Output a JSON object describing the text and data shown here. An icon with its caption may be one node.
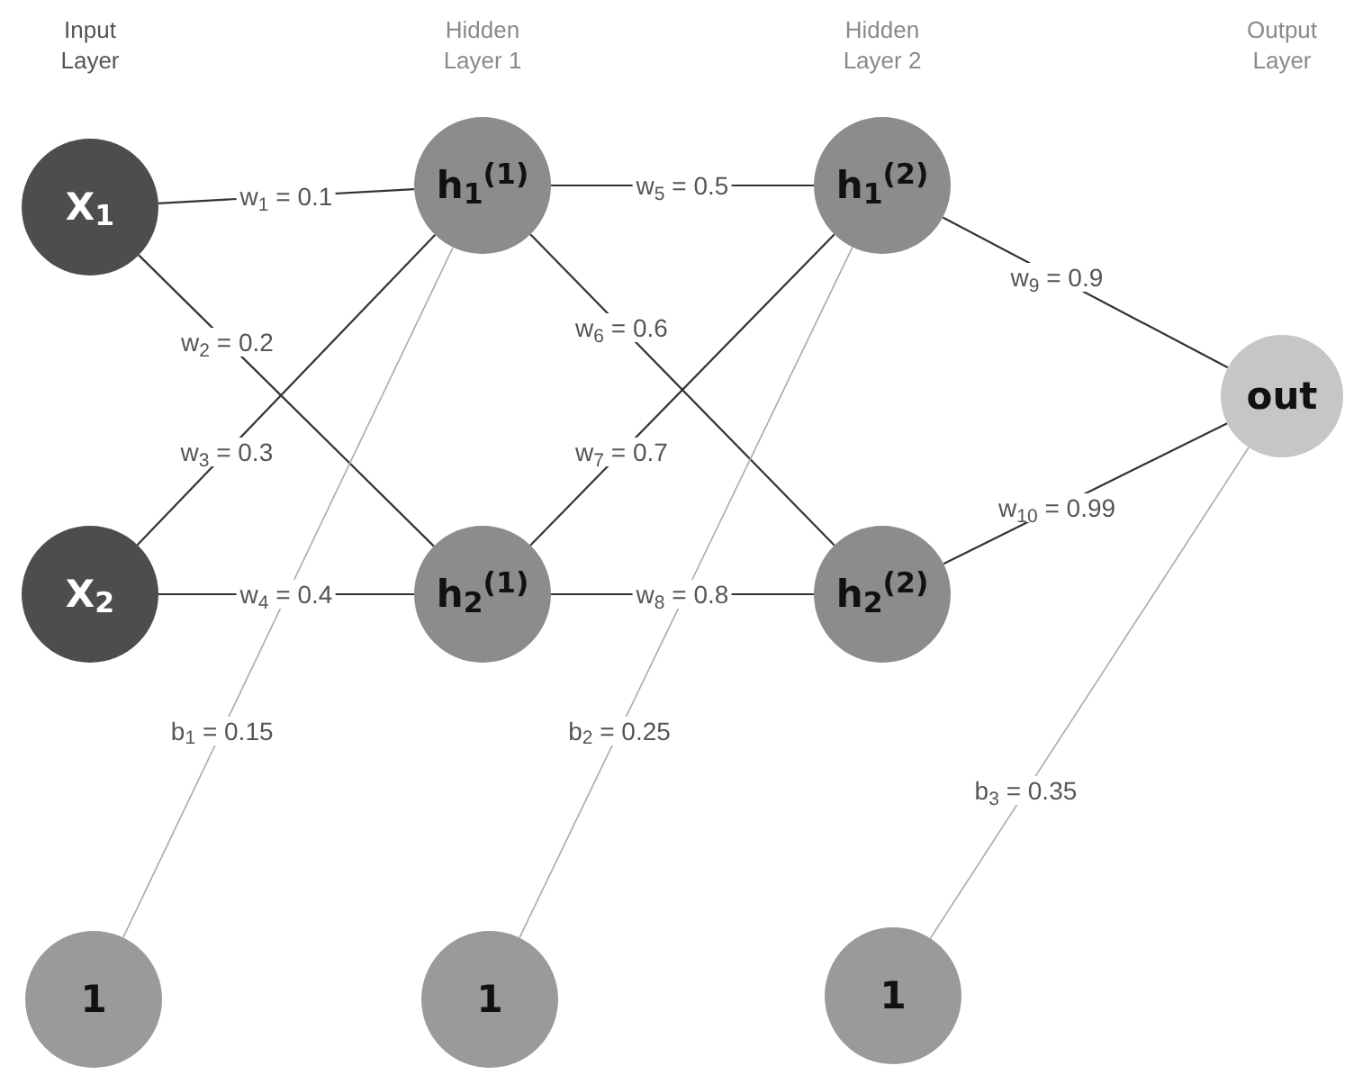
{
  "diagram": {
    "nodes": [
      {
        "text": [
          "X$_{1}$"
        ]
      },
      {
        "text": [
          "X$_{2}$"
        ]
      },
      {
        "text": [
          "h$_{1}$$^{(1)}$"
        ]
      },
      {
        "text": [
          "h$_{2}$$^{(1)}$"
        ]
      },
      {
        "text": [
          "h$_{1}$$^{(2)}$"
        ]
      },
      {
        "text": [
          "h$_{2}$$^{(2)}$"
        ]
      },
      {
        "text": [
          "out"
        ]
      },
      {
        "text": [
          "1"
        ]
      },
      {
        "text": [
          "1"
        ]
      },
      {
        "text": [
          "1"
        ]
      }
    ],
    "edges": [
      {
        "from": 0,
        "to": 2,
        "arrow": "none",
        "label": "w$_{1}$ = 0.1"
      },
      {
        "from": 0,
        "to": 3,
        "arrow": "none",
        "label": "w$_{2}$ = 0.2"
      },
      {
        "from": 1,
        "to": 2,
        "arrow": "none",
        "label": "w$_{3}$ = 0.3"
      },
      {
        "from": 1,
        "to": 3,
        "arrow": "none",
        "label": "w$_{4}$ = 0.4"
      },
      {
        "from": 2,
        "to": 4,
        "arrow": "none",
        "label": "w$_{5}$ = 0.5"
      },
      {
        "from": 2,
        "to": 5,
        "arrow": "none",
        "label": "w$_{6}$ = 0.6"
      },
      {
        "from": 3,
        "to": 4,
        "arrow": "none",
        "label": "w$_{7}$ = 0.7"
      },
      {
        "from": 3,
        "to": 5,
        "arrow": "none",
        "label": "w$_{8}$ = 0.8"
      },
      {
        "from": 4,
        "to": 6,
        "arrow": "none",
        "label": "w$_{9}$ = 0.9"
      },
      {
        "from": 5,
        "to": 6,
        "arrow": "none",
        "label": "w$_{10}$ = 0.99"
      },
      {
        "from": 7,
        "to": 2,
        "arrow": "none",
        "label": "b$_{1}$ = 0.15",
        "color": "#aaaaaa"
      },
      {
        "from": 8,
        "to": 4,
        "arrow": "none",
        "label": "b$_{2}$ = 0.25",
        "color": "#aaaaaa"
      },
      {
        "from": 9,
        "to": 6,
        "arrow": "none",
        "label": "b$_{3}$ = 0.35",
        "color": "#aaaaaa"
      }
    ],
    "labels": [
      "Input Layer",
      "Hidden Layer 1",
      "Hidden Layer 2",
      "Output Layer"
    ]
  }
}
